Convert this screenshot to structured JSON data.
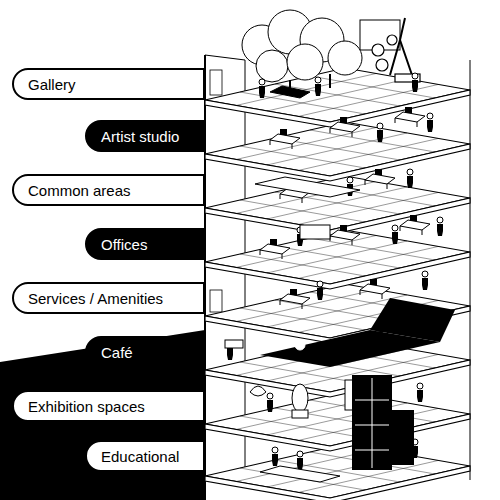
{
  "diagram": {
    "nodes": [
      {
        "text": [
          "Gallery"
        ]
      },
      {
        "text": [
          "Artist studio"
        ]
      },
      {
        "text": [
          "Common areas"
        ]
      },
      {
        "text": [
          "Offices"
        ]
      },
      {
        "text": [
          "Services / Amenities"
        ]
      },
      {
        "text": [
          "Café"
        ]
      },
      {
        "text": [
          "Exhibition spaces"
        ]
      },
      {
        "text": [
          "Educational"
        ]
      }
    ]
  }
}
